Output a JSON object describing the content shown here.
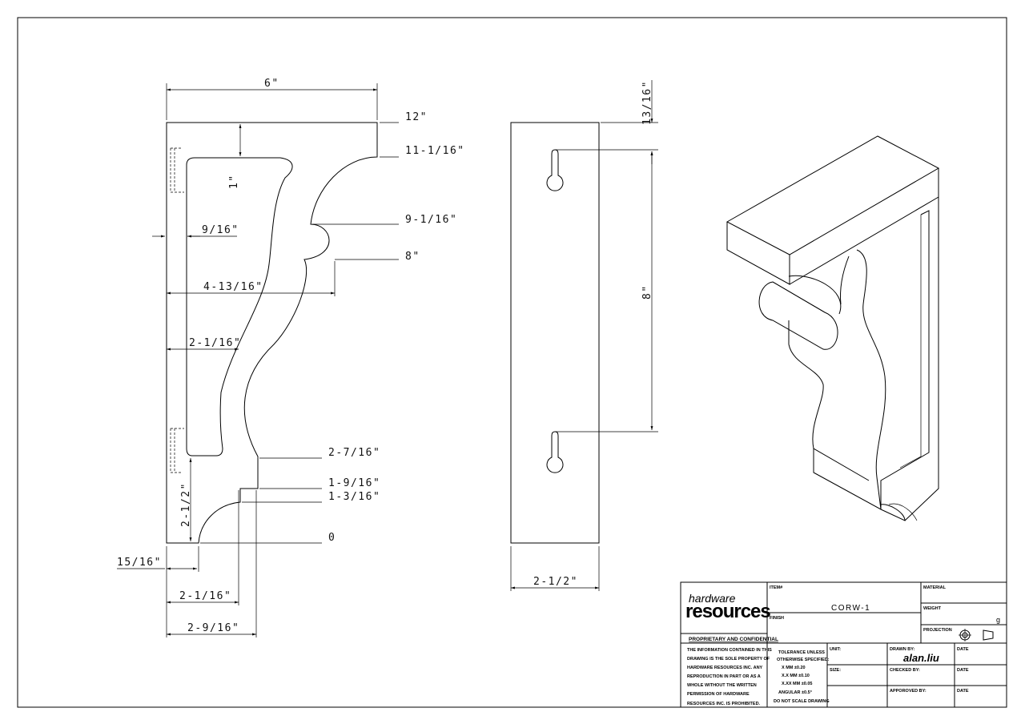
{
  "dimensions": {
    "top_width": "6\"",
    "overall_height_mark": "12\"",
    "mark_11": "11-1/16\"",
    "mark_9": "9-1/16\"",
    "mark_8": "8\"",
    "mark_2_7": "2-7/16\"",
    "mark_1_9": "1-9/16\"",
    "mark_1_3": "1-3/16\"",
    "mark_0": "0",
    "recess_depth": "1\"",
    "inset": "9/16\"",
    "depth_4_13": "4-13/16\"",
    "depth_2_1_mid": "2-1/16\"",
    "height_2_1_2": "2-1/2\"",
    "offset_15_16": "15/16\"",
    "base_2_1": "2-1/16\"",
    "base_2_9": "2-9/16\"",
    "side_top_offset": "13/16\"",
    "side_keyhole_spacing": "8\"",
    "side_width": "2-1/2\""
  },
  "title_block": {
    "logo_top": "hardware",
    "logo_bottom": "resources",
    "item_label": "ITEM#",
    "item_value": "CORW-1",
    "finish_label": "FINISH",
    "material_label": "MATERIAL",
    "weight_label": "WEIGHT",
    "weight_value": "g",
    "projection_label": "PROJECTION",
    "proprietary_heading": "PROPRIETARY AND CONFIDENTIAL",
    "proprietary_lines": [
      "THE INFORMATION CONTAINED IN THIS",
      "DRAWING IS THE SOLE PROPERTY OF",
      "HARDWARE RESOURCES INC. ANY",
      "REPRODUCTION IN PART OR AS A",
      "WHOLE WITHOUT THE WRITTEN",
      "PERMISSION OF HARDWARE",
      "RESOURCES INC. IS PROHIBITED."
    ],
    "tolerance_lines": [
      "TOLERANCE UNLESS",
      "OTHERWISE SPECIFIED:",
      "X  MM  ±0.20",
      "X.X  MM  ±0.10",
      "X.XX  MM  ±0.05",
      "ANGULAR  ±0.5°",
      "DO NOT SCALE DRAWING"
    ],
    "unit_label": "UNIT:",
    "size_label": "SIZE:",
    "drawn_by_label": "DRAWN BY:",
    "drawn_by_value": "alan.liu",
    "checked_by_label": "CHECKED BY:",
    "approved_by_label": "APPOROVED BY:",
    "date_label": "DATE"
  }
}
